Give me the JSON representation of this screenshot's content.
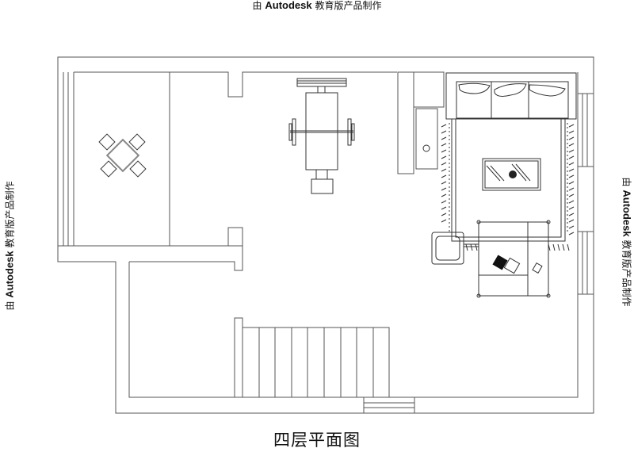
{
  "watermark": {
    "prefix": "由",
    "brand": "Autodesk",
    "suffix": "教育版产品制作"
  },
  "drawing": {
    "title": "四层平面图",
    "rooms": [
      {
        "name": "terrace-dining",
        "furniture": [
          "square-table",
          "chair",
          "chair",
          "chair",
          "chair"
        ]
      },
      {
        "name": "fitness-area",
        "furniture": [
          "weight-bench",
          "barbell",
          "dumbbell-rack",
          "stool"
        ]
      },
      {
        "name": "living-area",
        "furniture": [
          "three-seat-sofa",
          "coffee-table",
          "rug",
          "armchair",
          "chaise-sofa",
          "tv-cabinet"
        ]
      },
      {
        "name": "staircase",
        "steps": 9
      }
    ]
  }
}
